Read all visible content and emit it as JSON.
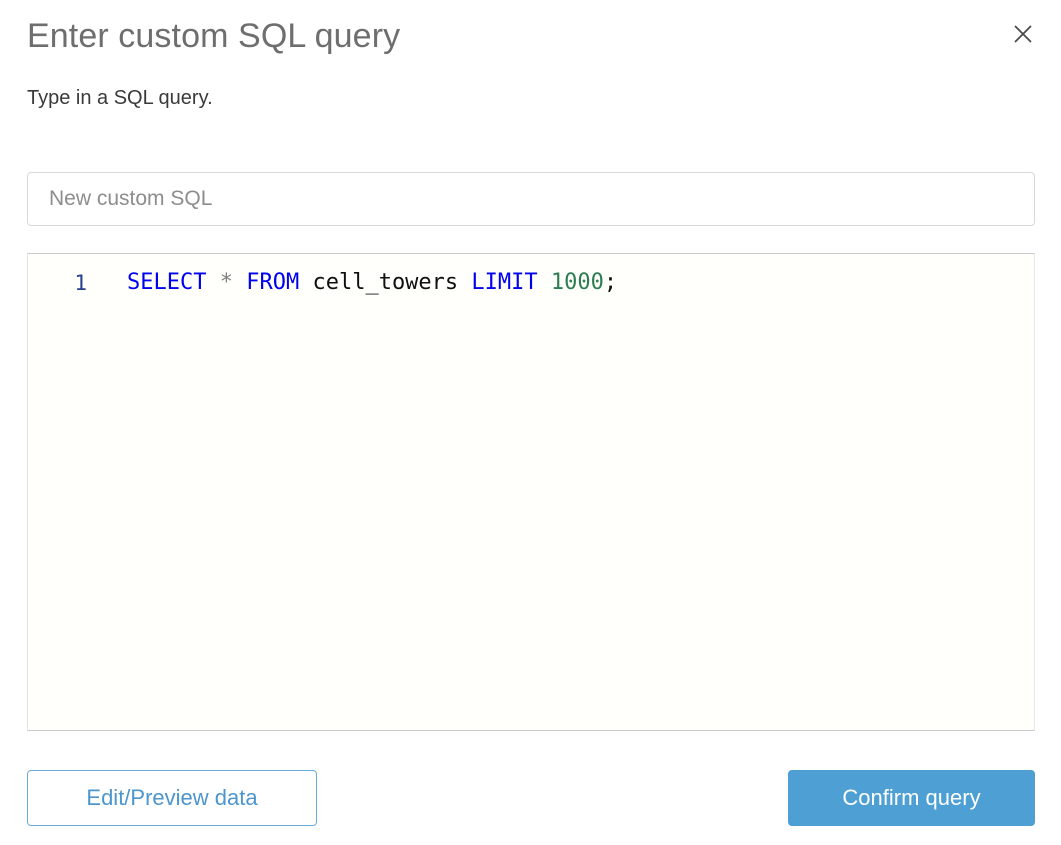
{
  "dialog": {
    "title": "Enter custom SQL query",
    "subtitle": "Type in a SQL query.",
    "close_icon": "close-icon"
  },
  "name_field": {
    "value": "",
    "placeholder": "New custom SQL"
  },
  "editor": {
    "line_number": "1",
    "full_query": "SELECT * FROM cell_towers LIMIT 1000;",
    "tokens": [
      {
        "text": "SELECT",
        "type": "keyword"
      },
      {
        "text": " ",
        "type": "space"
      },
      {
        "text": "*",
        "type": "operator"
      },
      {
        "text": " ",
        "type": "space"
      },
      {
        "text": "FROM",
        "type": "keyword"
      },
      {
        "text": " ",
        "type": "space"
      },
      {
        "text": "cell_towers",
        "type": "ident"
      },
      {
        "text": " ",
        "type": "space"
      },
      {
        "text": "LIMIT",
        "type": "keyword"
      },
      {
        "text": " ",
        "type": "space"
      },
      {
        "text": "1000",
        "type": "number"
      },
      {
        "text": ";",
        "type": "punct"
      }
    ]
  },
  "footer": {
    "secondary_label": "Edit/Preview data",
    "primary_label": "Confirm query"
  },
  "colors": {
    "primary_button_bg": "#4d9fd4",
    "secondary_button_text": "#4d96cd",
    "keyword": "#0000ee",
    "number": "#2e7d51",
    "line_number": "#27408b",
    "title_text": "#6e6e6e",
    "editor_bg": "#fffffc"
  }
}
